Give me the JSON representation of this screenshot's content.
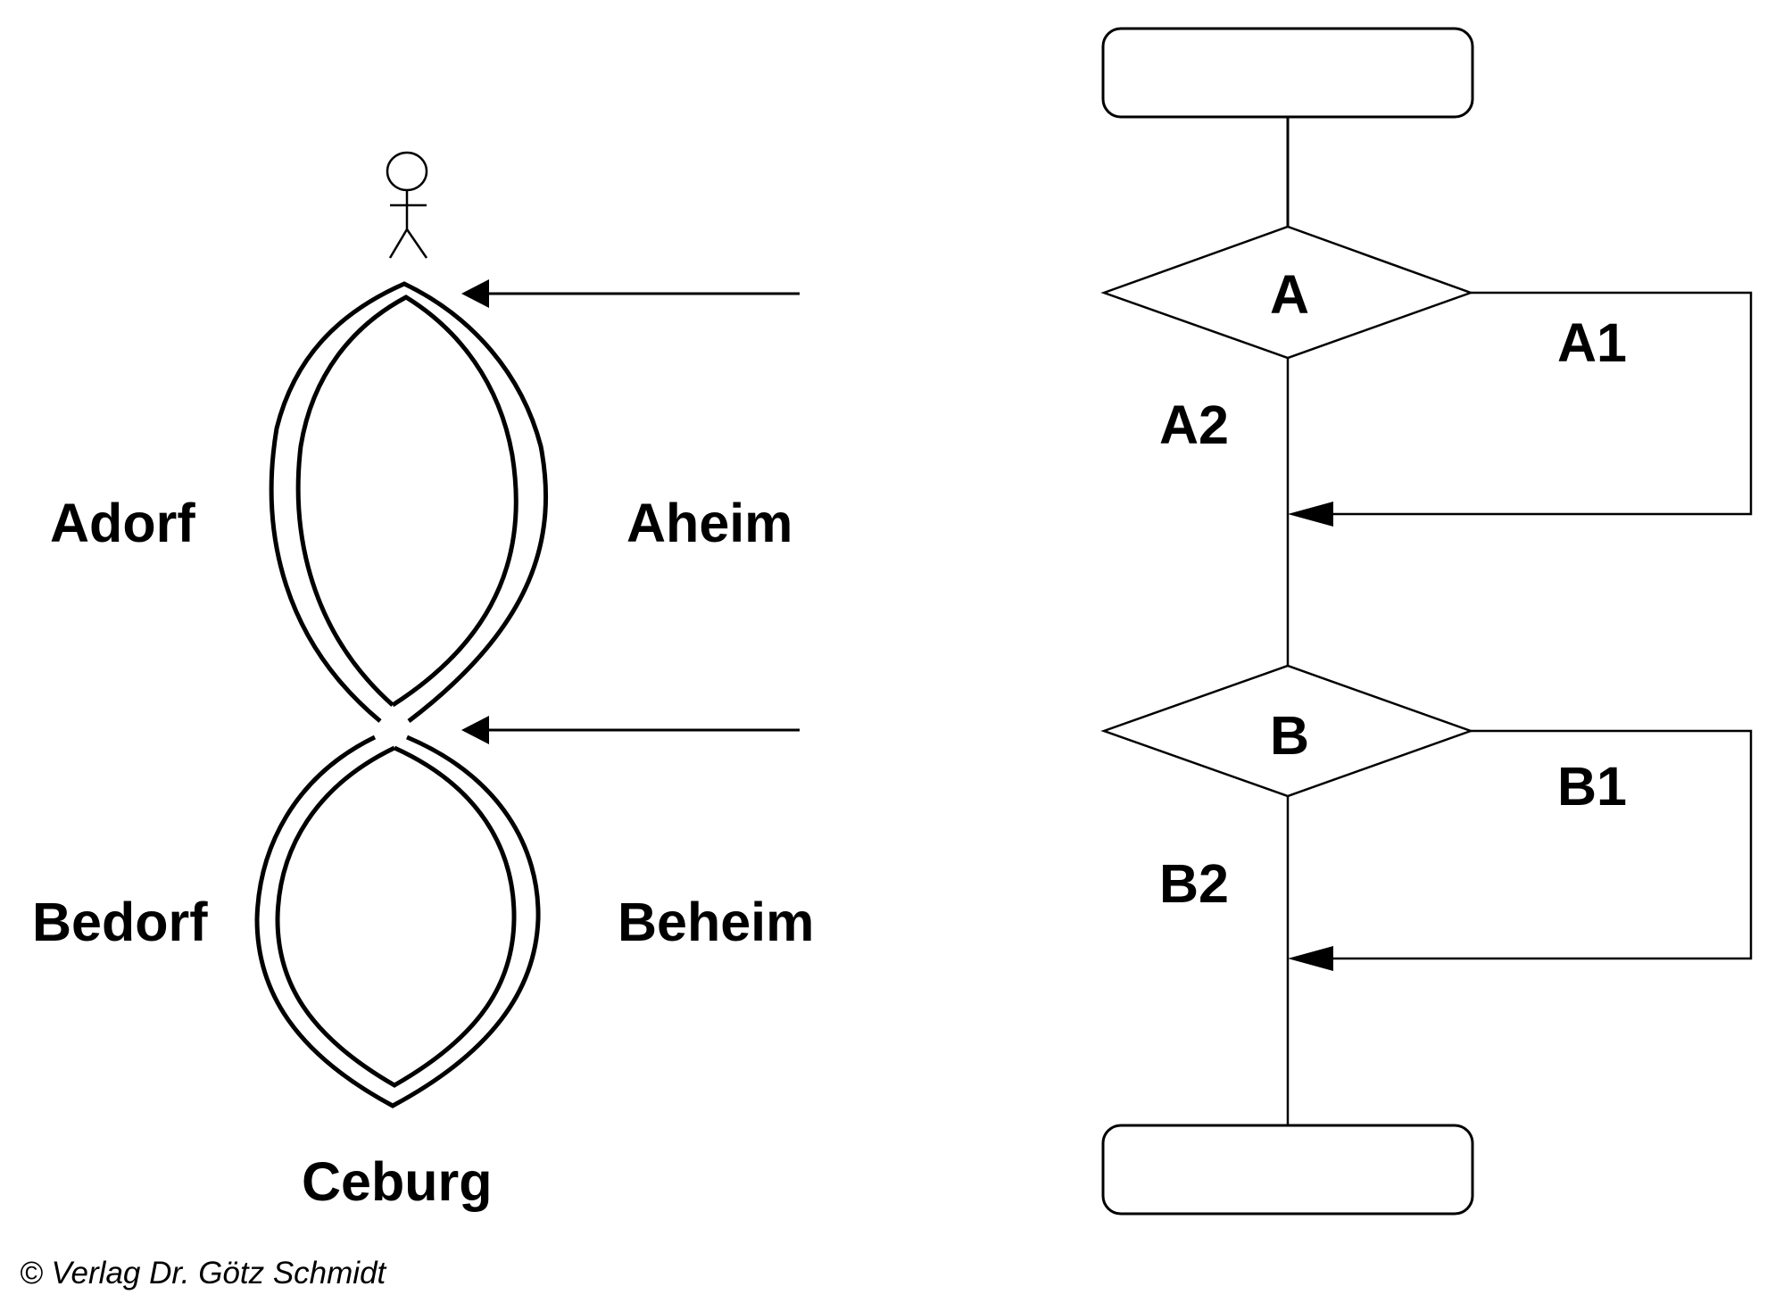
{
  "colors": {
    "ink": "#000000",
    "background": "#ffffff"
  },
  "left_figure": {
    "actor_icon": "stick-figure-person",
    "upper_loop": {
      "left_label": "Adorf",
      "right_label": "Aheim"
    },
    "lower_loop": {
      "left_label": "Bedorf",
      "right_label": "Beheim"
    },
    "bottom_label": "Ceburg"
  },
  "flowchart": {
    "start_box_text": "",
    "end_box_text": "",
    "decisions": [
      {
        "label": "A",
        "branch_side": "A1",
        "branch_down": "A2"
      },
      {
        "label": "B",
        "branch_side": "B1",
        "branch_down": "B2"
      }
    ]
  },
  "copyright": "© Verlag Dr. Götz Schmidt"
}
